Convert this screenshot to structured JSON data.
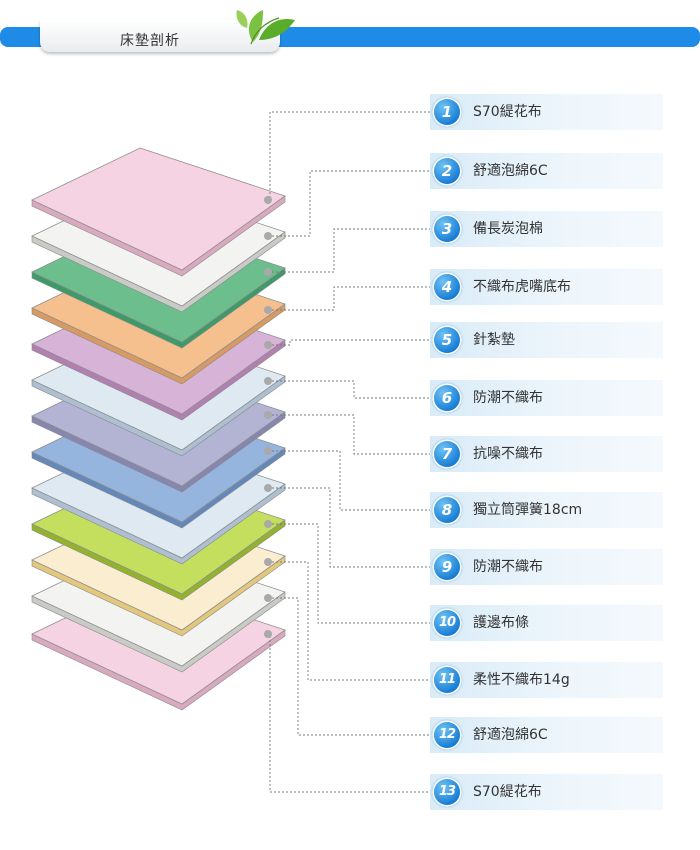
{
  "header": {
    "title": "床墊剖析",
    "bar_color": "#1e8ce6",
    "icon": "leaf-icon"
  },
  "layers": [
    {
      "num": "1",
      "label": "S70緹花布",
      "fill": "#f6d3e3",
      "edge": "#d9a9bf"
    },
    {
      "num": "2",
      "label": "舒適泡綿6C",
      "fill": "#f3f4f2",
      "edge": "#c8cbc6"
    },
    {
      "num": "3",
      "label": "備長炭泡棉",
      "fill": "#6cbf8c",
      "edge": "#3e9a69"
    },
    {
      "num": "4",
      "label": "不織布虎嘴底布",
      "fill": "#f5c08e",
      "edge": "#d79a63"
    },
    {
      "num": "5",
      "label": "針紮墊",
      "fill": "#d8b3d8",
      "edge": "#b27fb1"
    },
    {
      "num": "6",
      "label": "防潮不織布",
      "fill": "#dfe9f2",
      "edge": "#adbfd0"
    },
    {
      "num": "7",
      "label": "抗噪不織布",
      "fill": "#b3b3d3",
      "edge": "#8686ae"
    },
    {
      "num": "8",
      "label": "獨立筒彈簧18cm",
      "fill": "#95b4de",
      "edge": "#6588bb"
    },
    {
      "num": "9",
      "label": "防潮不織布",
      "fill": "#dfe9f2",
      "edge": "#adbfd0"
    },
    {
      "num": "10",
      "label": "護邊布條",
      "fill": "#c4de5e",
      "edge": "#93b22d"
    },
    {
      "num": "11",
      "label": "柔性不織布14g",
      "fill": "#fbedcf",
      "edge": "#e3c77d"
    },
    {
      "num": "12",
      "label": "舒適泡綿6C",
      "fill": "#f3f4f2",
      "edge": "#c8cbc6"
    },
    {
      "num": "13",
      "label": "S70緹花布",
      "fill": "#f6d3e3",
      "edge": "#d9a9bf"
    }
  ]
}
